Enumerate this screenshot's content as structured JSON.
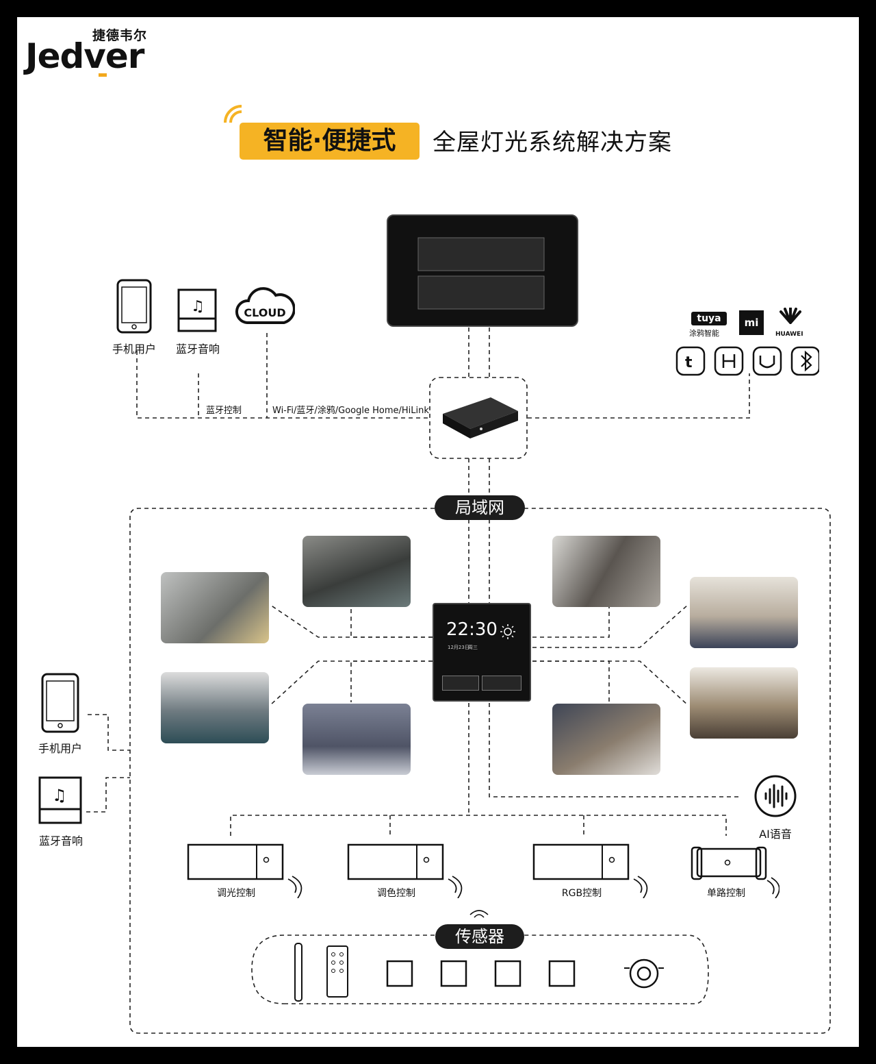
{
  "brand": {
    "cn": "捷德韦尔",
    "en": "Jedver"
  },
  "title": {
    "badge": "智能·便捷式",
    "rest": "全屋灯光系统解决方案"
  },
  "top_devices": {
    "phone": "手机用户",
    "speaker": "蓝牙音响",
    "cloud": "CLOUD"
  },
  "top_links": {
    "bluetooth": "蓝牙控制",
    "protocols": "Wi-Fi/蓝牙/涂鸦/Google Home/HiLink"
  },
  "brands": {
    "tuya": "tuya",
    "tuya_cn": "涂鸦智能",
    "mi": "mi",
    "huawei": "HUAWEI"
  },
  "lan": "局域网",
  "panel": {
    "time": "22:30",
    "date": "12月23日",
    "weekday": "周三"
  },
  "left_devices": {
    "phone": "手机用户",
    "speaker": "蓝牙音响"
  },
  "ai": "AI语音",
  "controllers": [
    "调光控制",
    "调色控制",
    "RGB控制",
    "单路控制"
  ],
  "sensor": "传感器",
  "colors": {
    "accent": "#f5b324",
    "dark": "#1d1d1d"
  }
}
